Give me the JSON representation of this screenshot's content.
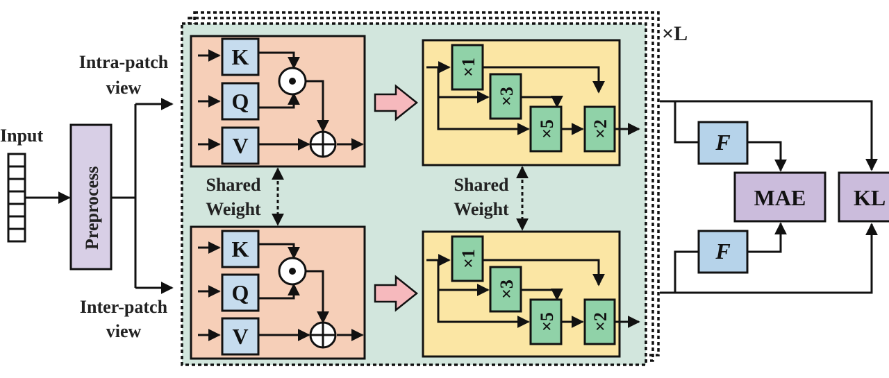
{
  "labels": {
    "input": "Input",
    "preprocess": "Preprocess",
    "intra_view_line1": "Intra-patch",
    "intra_view_line2": "view",
    "inter_view_line1": "Inter-patch",
    "inter_view_line2": "view",
    "repeat": "×L",
    "shared_weight_line1": "Shared",
    "shared_weight_line2": "Weight"
  },
  "attention": {
    "k": "K",
    "q": "Q",
    "v": "V",
    "dot_op": "⊙",
    "add_op": "⊕"
  },
  "conv": {
    "k1": "×1",
    "k3": "×3",
    "k5": "×5",
    "k2": "×2"
  },
  "outputs": {
    "f": "F",
    "mae": "MAE",
    "kl": "KL"
  },
  "colors": {
    "stack_bg": "#d2e6dd",
    "attention_bg": "#f6cfb8",
    "qkv_box": "#c6dcee",
    "conv_bg": "#fbe6a4",
    "conv_box": "#90d2a8",
    "preprocess_box": "#d8cfe6",
    "loss_box": "#cbbcdc",
    "f_box": "#b6d3ea",
    "arrow_block": "#f6b9bd"
  }
}
